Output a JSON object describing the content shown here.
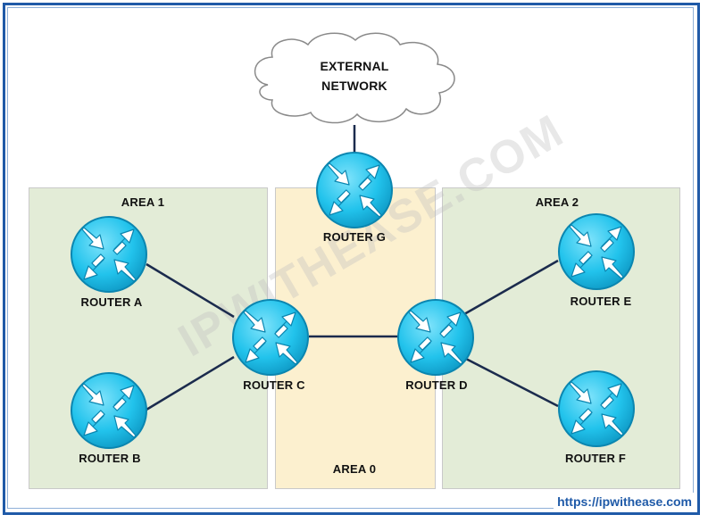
{
  "cloud": {
    "label_line1": "EXTERNAL",
    "label_line2": "NETWORK"
  },
  "areas": {
    "area1": {
      "label": "AREA 1",
      "color": "#e3ecd7"
    },
    "area0": {
      "label": "AREA 0",
      "color": "#fcf0cf"
    },
    "area2": {
      "label": "AREA 2",
      "color": "#e3ecd7"
    }
  },
  "routers": {
    "a": {
      "label": "ROUTER A"
    },
    "b": {
      "label": "ROUTER B"
    },
    "c": {
      "label": "ROUTER C"
    },
    "d": {
      "label": "ROUTER D"
    },
    "e": {
      "label": "ROUTER E"
    },
    "f": {
      "label": "ROUTER F"
    },
    "g": {
      "label": "ROUTER G"
    }
  },
  "router_color": "#22c3ec",
  "link_color": "#1b2b4d",
  "watermark": "IPWITHEASE.COM",
  "url": "https://ipwithease.com"
}
